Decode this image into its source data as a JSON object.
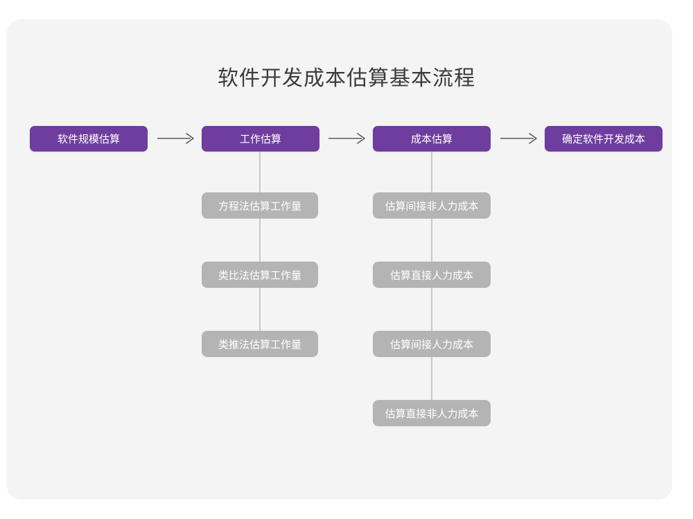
{
  "diagram": {
    "title": "软件开发成本估算基本流程",
    "type": "flowchart",
    "colors": {
      "canvas": "#ffffff",
      "card": "#f4f4f5",
      "primary_node": "#6f3d9e",
      "secondary_node": "#b4b4b4",
      "node_text": "#ffffff",
      "title_text": "#3b3b3b",
      "connector": "#c9c9c9",
      "arrow": "#595959"
    },
    "stages": [
      {
        "id": "stage-1",
        "label": "软件规模估算"
      },
      {
        "id": "stage-2",
        "label": "工作估算"
      },
      {
        "id": "stage-3",
        "label": "成本估算"
      },
      {
        "id": "stage-4",
        "label": "确定软件开发成本"
      }
    ],
    "arrows": [
      {
        "id": "arrow-1",
        "from": "stage-1",
        "to": "stage-2",
        "glyph": "right-arrow-icon"
      },
      {
        "id": "arrow-2",
        "from": "stage-2",
        "to": "stage-3",
        "glyph": "right-arrow-icon"
      },
      {
        "id": "arrow-3",
        "from": "stage-3",
        "to": "stage-4",
        "glyph": "right-arrow-icon"
      }
    ],
    "branches": [
      {
        "id": "branch-work-estimation",
        "parent": "stage-2",
        "items": [
          {
            "label": "方程法估算工作量"
          },
          {
            "label": "类比法估算工作量"
          },
          {
            "label": "类推法估算工作量"
          }
        ]
      },
      {
        "id": "branch-cost-estimation",
        "parent": "stage-3",
        "items": [
          {
            "label": "估算间接非人力成本"
          },
          {
            "label": "估算直接人力成本"
          },
          {
            "label": "估算间接人力成本"
          },
          {
            "label": "估算直接非人力成本"
          }
        ]
      }
    ]
  }
}
